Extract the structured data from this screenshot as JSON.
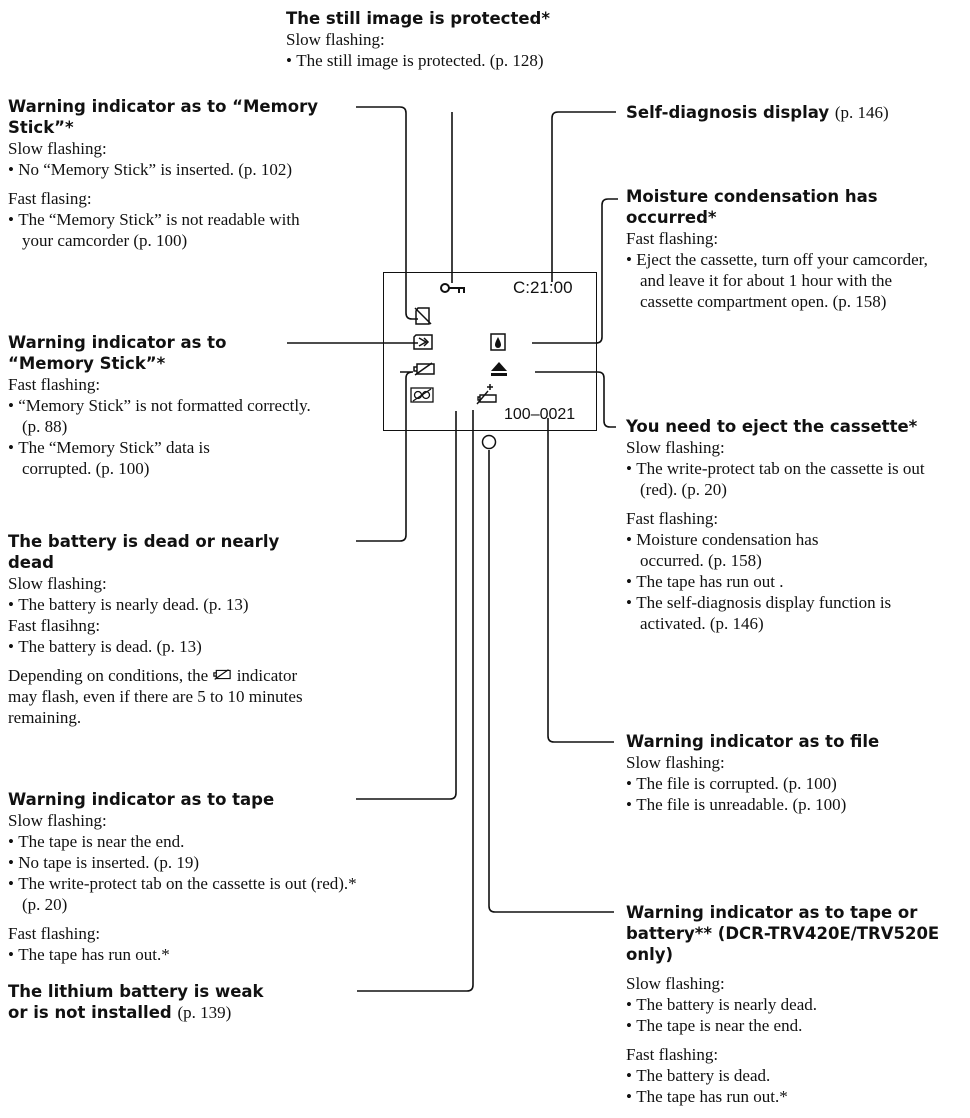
{
  "sections": {
    "protected": {
      "title": "The still image is protected*",
      "lines": [
        "Slow flashing:",
        "The still image is protected. (p. 128)"
      ]
    },
    "ms_warning_1": {
      "title_a": "Warning indicator as to “Memory",
      "title_b": "Stick”*",
      "slow_label": "Slow flashing:",
      "slow_1": "No “Memory Stick” is inserted. (p. 102)",
      "fast_label": "Fast flasing:",
      "fast_1": "The “Memory Stick” is not readable with your camcorder (p. 100)"
    },
    "self_diag": {
      "title": "Self-diagnosis display",
      "ref": "(p. 146)"
    },
    "moisture": {
      "title_a": "Moisture condensation has",
      "title_b": "occurred*",
      "fast_label": "Fast flashing:",
      "fast_1": "Eject the cassette, turn off your camcorder, and leave it for about 1 hour with the cassette compartment open. (p. 158)"
    },
    "ms_warning_2": {
      "title_a": "Warning indicator as to",
      "title_b": "“Memory Stick”*",
      "fast_label": "Fast flashing:",
      "items": [
        "“Memory Stick” is not formatted correctly. (p. 88)",
        "The “Memory Stick” data is corrupted. (p. 100)"
      ]
    },
    "eject": {
      "title": "You need to eject the cassette*",
      "slow_label": "Slow flashing:",
      "slow_1": "The write-protect tab on the cassette is out (red). (p. 20)",
      "fast_label": "Fast flashing:",
      "fast_items": [
        "Moisture condensation has occurred. (p. 158)",
        "The tape has run out .",
        "The self-diagnosis display function is activated. (p. 146)"
      ]
    },
    "battery": {
      "title_a": "The battery is dead or nearly",
      "title_b": "dead",
      "slow_label": "Slow flashing:",
      "slow_1": "The battery is nearly dead. (p. 13)",
      "fast_label": "Fast flasihng:",
      "fast_1": "The battery is dead. (p. 13)",
      "note_a": "Depending on conditions, the",
      "note_b": "indicator may flash, even if there are 5 to 10 minutes remaining."
    },
    "file_warning": {
      "title": "Warning indicator as to file",
      "slow_label": "Slow flashing:",
      "items": [
        "The file is corrupted. (p. 100)",
        "The file is unreadable. (p. 100)"
      ]
    },
    "tape_warning": {
      "title": "Warning indicator as to tape",
      "slow_label": "Slow flashing:",
      "slow_items": [
        "The tape is near the end.",
        "No tape is inserted. (p. 19)",
        "The write-protect tab on the cassette is out (red).* (p. 20)"
      ],
      "fast_label": "Fast flashing:",
      "fast_1": "The tape has run out.*"
    },
    "tape_battery": {
      "title_a": "Warning indicator as to tape or",
      "title_b": "battery** (DCR-TRV420E/TRV520E",
      "title_c": "only)",
      "slow_label": "Slow flashing:",
      "slow_items": [
        "The battery is nearly dead.",
        "The tape is near the end."
      ],
      "fast_label": "Fast flashing:",
      "fast_items": [
        "The battery is dead.",
        "The tape has run out.*"
      ]
    },
    "lithium": {
      "title_a": "The lithium battery is weak",
      "title_b": "or is not installed",
      "ref": "(p. 139)"
    }
  },
  "display": {
    "counter": "C:21:00",
    "file_number": "100–0021",
    "icons": {
      "protect": "key-icon",
      "ms_unreadable": "memory-stick-unreadable-icon",
      "ms_unformatted": "memory-stick-unformatted-icon",
      "moisture": "moisture-drop-icon",
      "battery": "battery-icon",
      "eject": "eject-icon",
      "tape": "tape-icon",
      "lithium": "lithium-battery-icon"
    }
  }
}
